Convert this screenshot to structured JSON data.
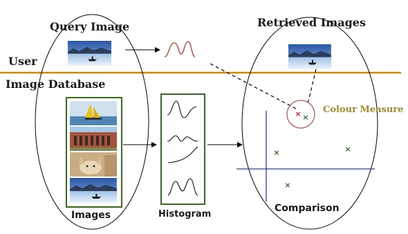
{
  "labels": {
    "query_image": "Query Image",
    "retrieved_images": "Retrieved Images",
    "user": "User",
    "image_database": "Image Database",
    "colour_measure": "Colour Measure",
    "images": "Images",
    "histogram": "Histogram",
    "comparison": "Comparison"
  },
  "colors": {
    "divider": "#cc8a00",
    "colour_measure_text": "#a08a2a",
    "frame_green": "#3a6a20",
    "query_curve": "#c0392b",
    "axis_blue": "#2c3fa8",
    "point_green": "#2e6e1e",
    "point_red": "#b03020",
    "highlight_circle": "#b06050"
  },
  "database_thumbnails": [
    "sailboat-photo",
    "building-photo",
    "fox-photo",
    "lake-kayak-photo"
  ],
  "query_thumbnail": "lake-kayak-photo",
  "retrieved_thumbnail": "lake-kayak-photo"
}
